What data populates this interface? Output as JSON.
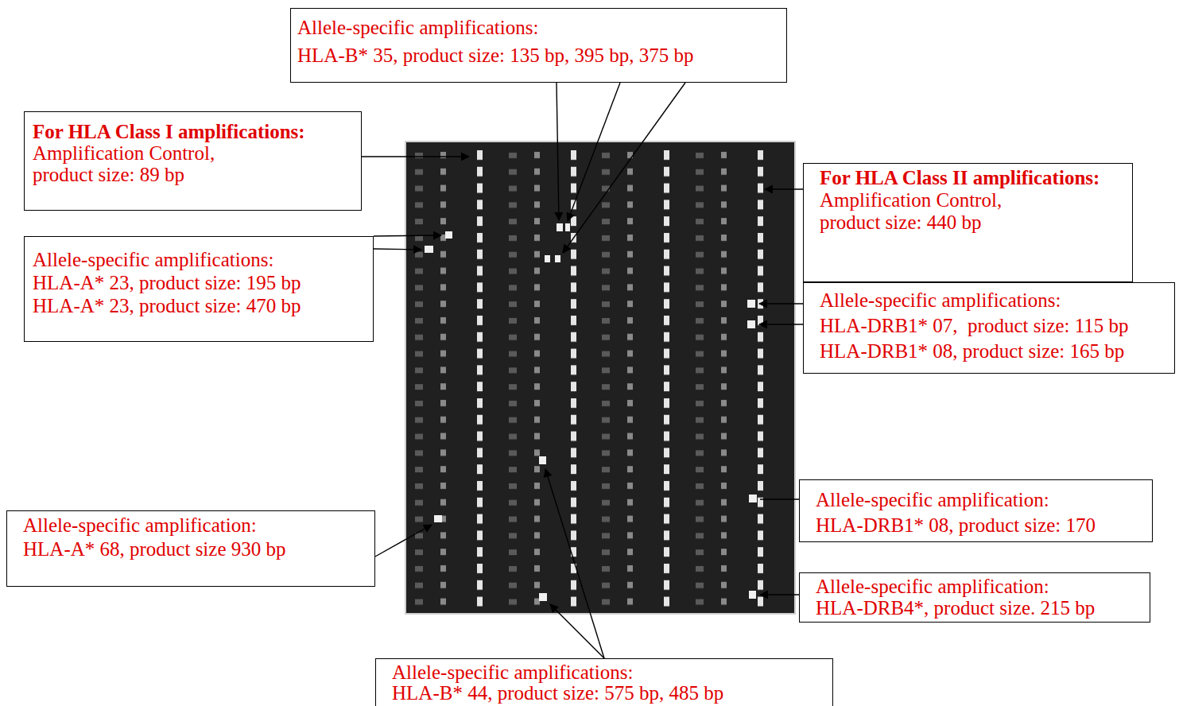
{
  "diagram": {
    "nodes": [
      {
        "text": [
          "Allele-specific amplifications:",
          "HLA-B* 35, product size: 135 bp, 395 bp, 375 bp"
        ]
      },
      {
        "text": [
          "For HLA Class I amplifications:",
          "Amplification Control,",
          "product size: 89 bp"
        ]
      },
      {
        "text": [
          "For HLA Class II amplifications:",
          "Amplification Control,",
          "product size: 440 bp"
        ]
      },
      {
        "text": [
          "Allele-specific amplifications:",
          "HLA-A* 23, product size: 195 bp",
          "HLA-A* 23, product size: 470 bp"
        ]
      },
      {
        "text": [
          "Allele-specific amplifications:",
          "HLA-DRB1* 07,  product size: 115 bp",
          "HLA-DRB1* 08, product size: 165 bp"
        ]
      },
      {
        "text": [
          "Allele-specific amplification:",
          "HLA-DRB1* 08, product size: 170"
        ]
      },
      {
        "text": [
          "Allele-specific amplification:",
          "HLA-A* 68, product size 930 bp"
        ]
      },
      {
        "text": [
          "Allele-specific amplification:",
          "HLA-DRB4*, product size. 215 bp"
        ]
      },
      {
        "text": [
          "Allele-specific amplifications:",
          "HLA-B* 44, product size: 575 bp, 485 bp"
        ]
      }
    ]
  }
}
